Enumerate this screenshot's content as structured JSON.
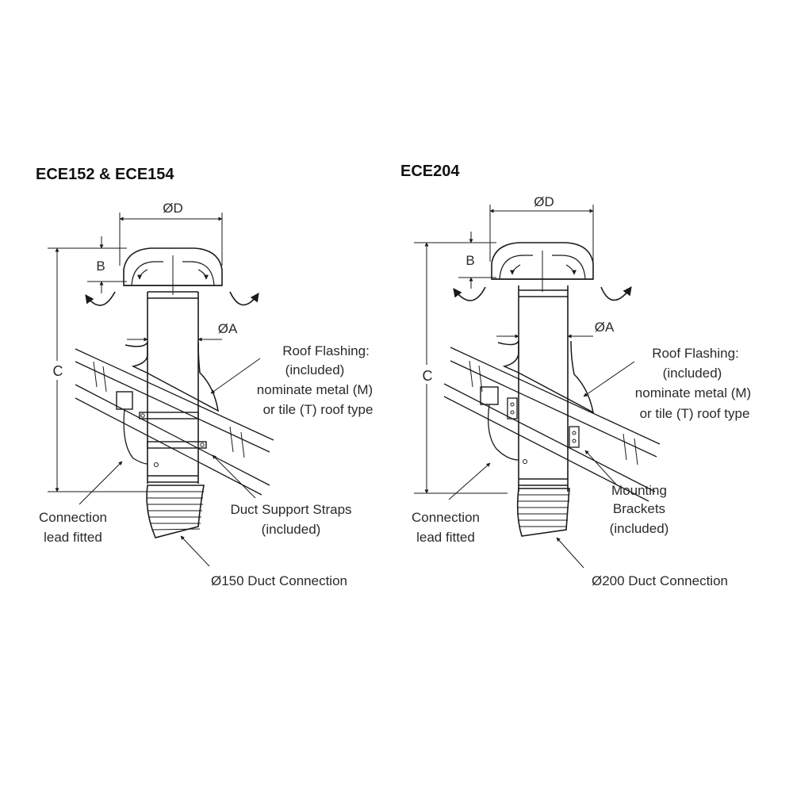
{
  "left": {
    "title": "ECE152 & ECE154",
    "dim_d": "ØD",
    "dim_b": "B",
    "dim_a": "ØA",
    "dim_c": "C",
    "flashing": [
      "Roof Flashing:",
      "(included)",
      "nominate metal (M)",
      "or tile (T) roof type"
    ],
    "connection": [
      "Connection",
      "lead fitted"
    ],
    "straps": [
      "Duct Support Straps",
      "(included)"
    ],
    "duct": "Ø150 Duct Connection"
  },
  "right": {
    "title": "ECE204",
    "dim_d": "ØD",
    "dim_b": "B",
    "dim_a": "ØA",
    "dim_c": "C",
    "flashing": [
      "Roof Flashing:",
      "(included)",
      "nominate metal (M)",
      "or tile (T) roof type"
    ],
    "connection": [
      "Connection",
      "lead fitted"
    ],
    "brackets": [
      "Mounting",
      "Brackets",
      "(included)"
    ],
    "duct": "Ø200 Duct Connection"
  }
}
